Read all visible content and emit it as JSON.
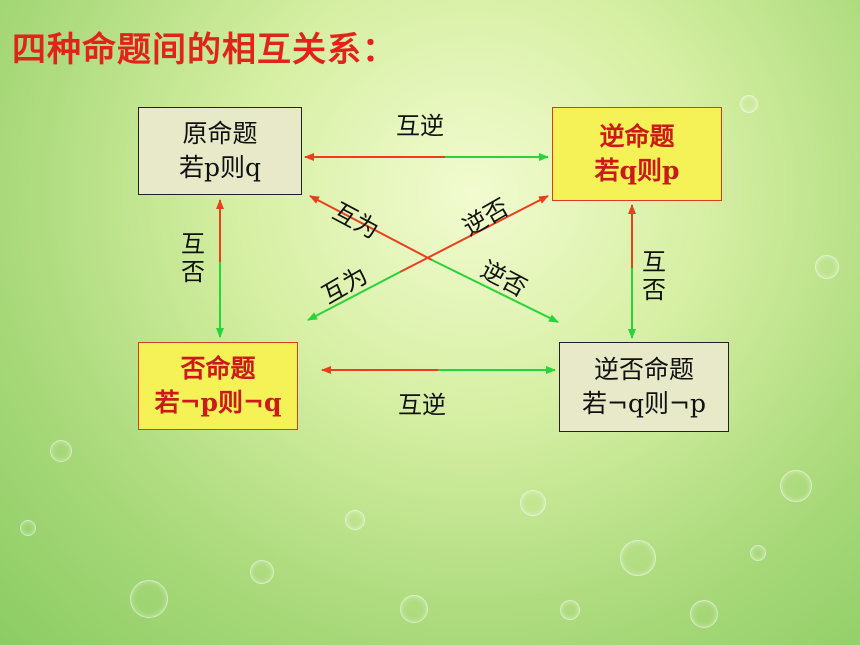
{
  "title": "四种命题间的相互关系：",
  "boxes": {
    "original": {
      "line1": "原命题",
      "line2": "若p则q"
    },
    "converse": {
      "line1": "逆命题",
      "line2": "若q则p"
    },
    "inverse": {
      "line1": "否命题",
      "line2": "若¬p则¬q"
    },
    "contrapositive": {
      "line1": "逆否命题",
      "line2": "若¬q则¬p"
    }
  },
  "labels": {
    "top_relation": "互逆",
    "bottom_relation": "互逆",
    "left_relation": "互否",
    "right_relation": "互否",
    "diag_upper_left": "互为",
    "diag_upper_right": "逆否",
    "diag_lower_left": "互为",
    "diag_lower_right": "逆否"
  },
  "colors": {
    "title": "#e1241b",
    "red_arrow": "#e8401c",
    "green_arrow": "#27d43a",
    "highlight_fill": "#f4f256",
    "highlight_text": "#cc1a1a"
  }
}
